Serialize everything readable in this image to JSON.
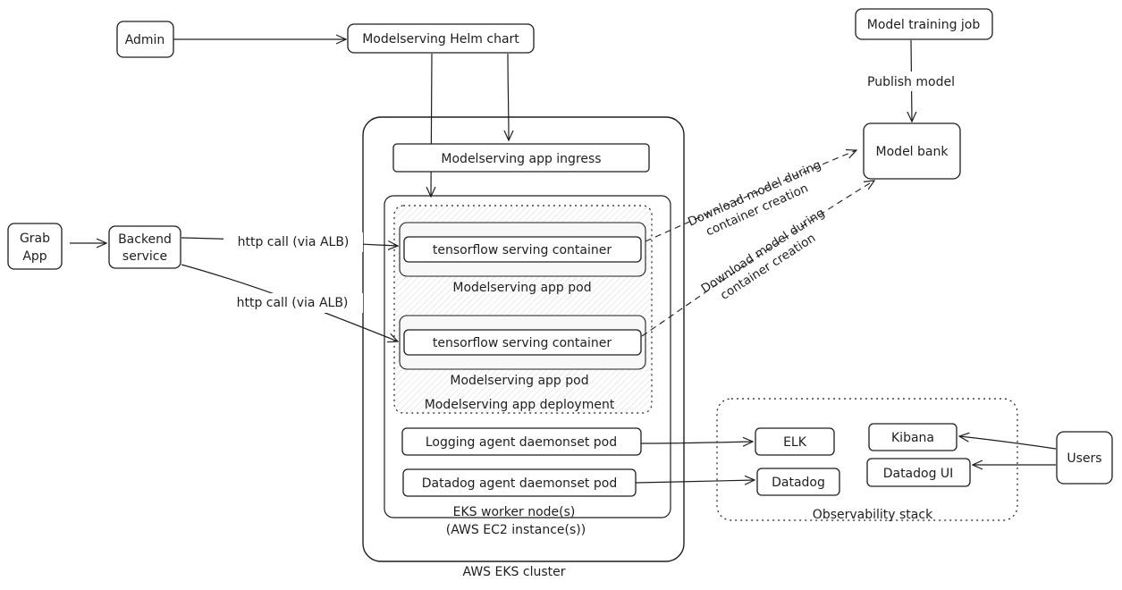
{
  "nodes": {
    "admin": "Admin",
    "helm_chart": "Modelserving Helm chart",
    "training_job": "Model training job",
    "model_bank": "Model bank",
    "ingress": "Modelserving app ingress",
    "grab_app_line1": "Grab",
    "grab_app_line2": "App",
    "backend_line1": "Backend",
    "backend_line2": "service",
    "tf_container_1": "tensorflow serving container",
    "tf_container_2": "tensorflow serving container",
    "pod_1": "Modelserving app pod",
    "pod_2": "Modelserving app pod",
    "deployment": "Modelserving app deployment",
    "logging_agent": "Logging agent daemonset pod",
    "datadog_agent": "Datadog agent daemonset pod",
    "worker_node_line1": "EKS worker node(s)",
    "worker_node_line2": "(AWS EC2 instance(s))",
    "cluster": "AWS EKS cluster",
    "elk": "ELK",
    "datadog": "Datadog",
    "kibana": "Kibana",
    "datadog_ui": "Datadog UI",
    "users": "Users",
    "observability": "Observability stack"
  },
  "edges": {
    "publish_model": "Publish model",
    "http_call_1": "http call (via ALB)",
    "http_call_2": "http call (via ALB)",
    "download_1_line1": "Download model during",
    "download_1_line2": "container creation",
    "download_2_line1": "Download model during",
    "download_2_line2": "container creation"
  }
}
